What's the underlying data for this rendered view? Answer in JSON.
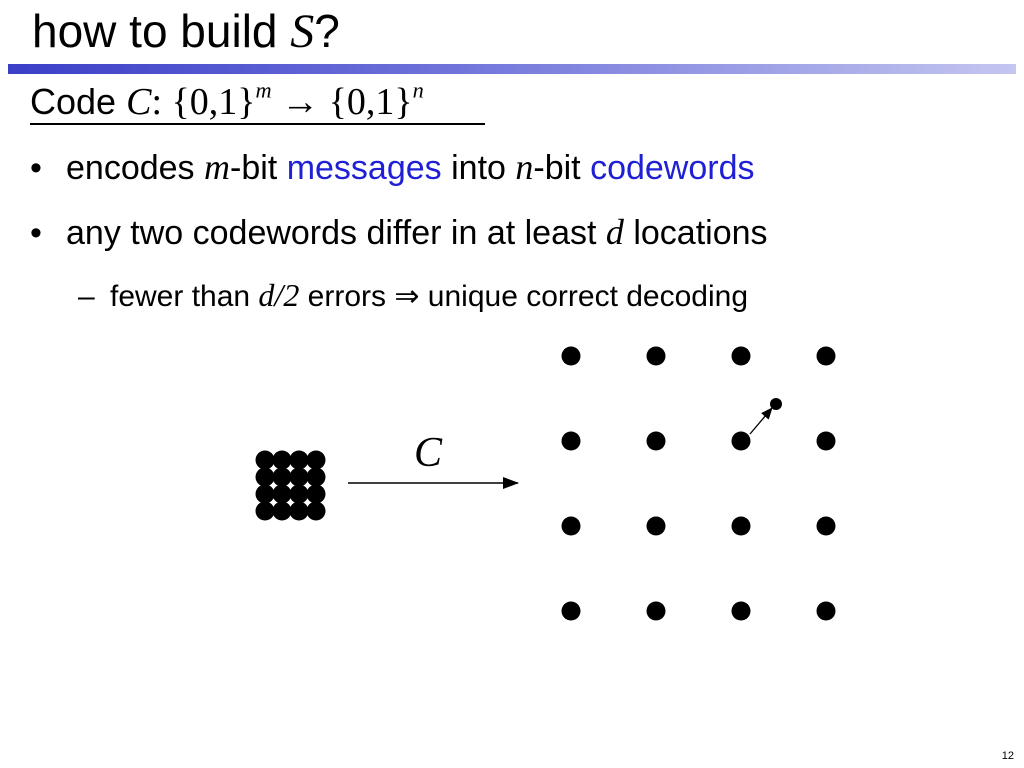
{
  "slide": {
    "title_prefix": "how to build ",
    "title_var": "S",
    "title_suffix": "?",
    "code_word": "Code ",
    "code_symbol": "C",
    "code_mapping": ": {0,1}",
    "code_exp_m": "m",
    "code_arrow": " → {0,1}",
    "code_exp_n": "n",
    "bullet_marker": "•",
    "sub_marker": "–",
    "bullet1": {
      "text1": "encodes ",
      "var_m": "m",
      "text2": "-bit ",
      "messages": "messages",
      "text3": " into ",
      "var_n": "n",
      "text4": "-bit ",
      "codewords": "codewords"
    },
    "bullet2": {
      "text1": "any two codewords differ in at least ",
      "var_d": "d",
      "text2": " locations"
    },
    "sub_bullet": {
      "text1": "fewer than ",
      "math": "d/2",
      "text2": " errors ",
      "implies": "⇒",
      "text3": " unique correct decoding"
    },
    "diagram": {
      "arrow_label": "C"
    },
    "page_number": "12"
  },
  "colors": {
    "accent_blue": "#1f1fd6",
    "title_rule": "#3b3fc7"
  }
}
